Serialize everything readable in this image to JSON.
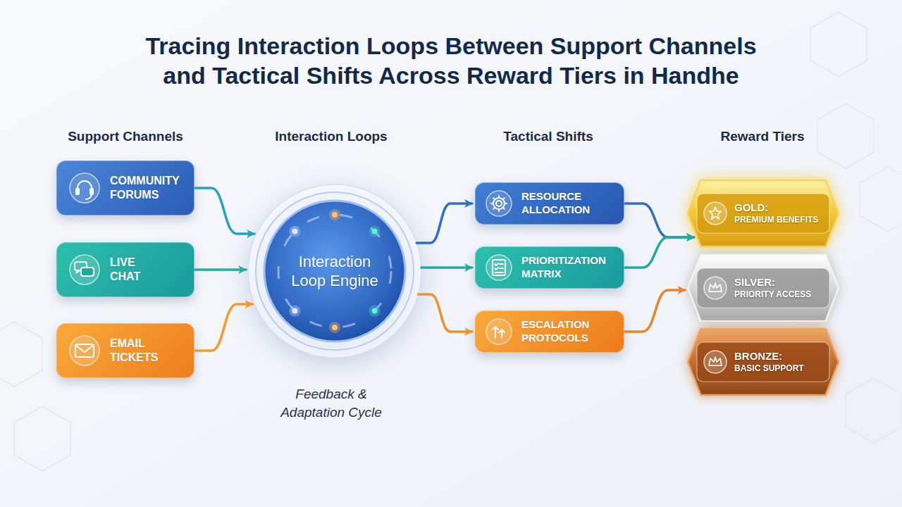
{
  "diagram": {
    "title": "Tracing Interaction Loops Between Support Channels and Tactical Shifts Across Reward Tiers in Handhe",
    "nodes": [
      {
        "text": [
          "COMMUNITY FORUMS"
        ]
      },
      {
        "text": [
          "LIVE CHAT"
        ]
      },
      {
        "text": [
          "EMAIL TICKETS"
        ]
      },
      {
        "text": [
          "Interaction Loop Engine"
        ]
      },
      {
        "text": [
          "RESOURCE ALLOCATION"
        ]
      },
      {
        "text": [
          "PRIORITIZATION MATRIX"
        ]
      },
      {
        "text": [
          "ESCALATION PROTOCOLS"
        ]
      },
      {
        "text": [
          "GOLD:",
          "PREMIUM BENEFITS"
        ]
      },
      {
        "text": [
          "SILVER:",
          "PRIORITY ACCESS"
        ]
      },
      {
        "text": [
          "BRONZE:",
          "BASIC SUPPORT"
        ]
      }
    ],
    "edges": [
      {
        "from": 0,
        "to": 3,
        "arrow": "to"
      },
      {
        "from": 1,
        "to": 3,
        "arrow": "to"
      },
      {
        "from": 2,
        "to": 3,
        "arrow": "to"
      },
      {
        "from": 3,
        "to": 4,
        "arrow": "to"
      },
      {
        "from": 3,
        "to": 5,
        "arrow": "to"
      },
      {
        "from": 3,
        "to": 6,
        "arrow": "to"
      },
      {
        "from": 4,
        "to": 7,
        "arrow": "to"
      },
      {
        "from": 5,
        "to": 7,
        "arrow": "to"
      },
      {
        "from": 6,
        "to": 8,
        "arrow": "to"
      }
    ],
    "labels": [
      "Support Channels",
      "Interaction Loops",
      "Tactical Shifts",
      "Reward Tiers",
      "Feedback & Adaptation Cycle"
    ]
  }
}
